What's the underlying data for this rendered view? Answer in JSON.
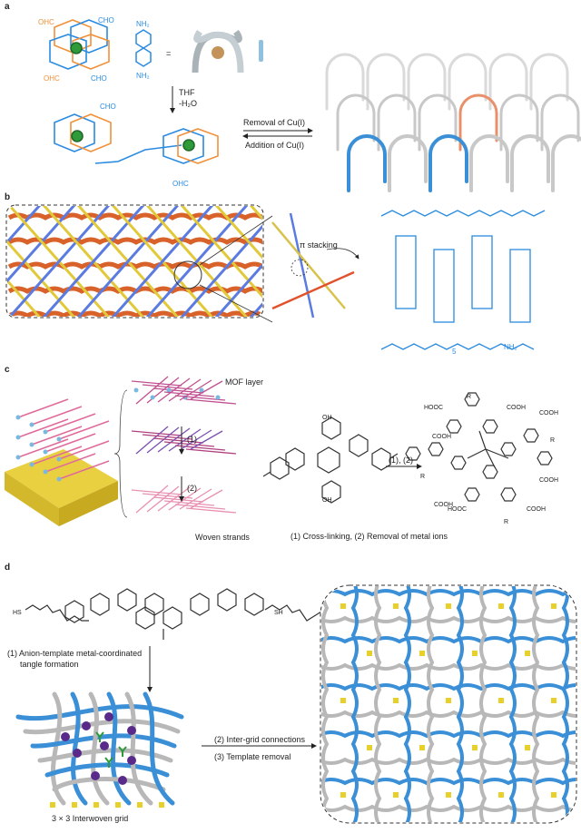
{
  "panels": {
    "a": {
      "label": "a",
      "reagent_top": "THF",
      "reagent_bottom": "-H₂O",
      "forward": "Removal of Cu(I)",
      "reverse": "Addition of Cu(I)",
      "groups": {
        "cho": "CHO",
        "ohc": "OHC",
        "nh2": "NH₂"
      },
      "equals": "="
    },
    "b": {
      "label": "b",
      "stacking": "π stacking",
      "repeat": "5",
      "nh2": "NH₂"
    },
    "c": {
      "label": "c",
      "mof_layer": "MOF layer",
      "step1": "(1)",
      "step2": "(2)",
      "woven": "Woven strands",
      "arrow_label": "(1), (2)",
      "caption": "(1) Cross-linking, (2) Removal of metal ions",
      "groups": {
        "cooh": "COOH",
        "hooc": "HOOC",
        "oh": "OH",
        "r": "R"
      }
    },
    "d": {
      "label": "d",
      "step1_line1": "(1) Anion-template metal-coordinated",
      "step1_line2": "tangle formation",
      "step2": "(2) Inter-grid connections",
      "step3": "(3) Template removal",
      "grid_caption": "3 × 3 Interwoven grid",
      "groups": {
        "sh_left": "HS",
        "sh_right": "SH"
      }
    }
  },
  "colors": {
    "orange": "#f0913a",
    "blue": "#2a8be0",
    "strand_blue": "#3a8fd6",
    "gray": "#b8b8b8",
    "yellow": "#e8d02a",
    "red": "#e0522c",
    "purple": "#5a2a8a",
    "green": "#2e9a3a"
  }
}
